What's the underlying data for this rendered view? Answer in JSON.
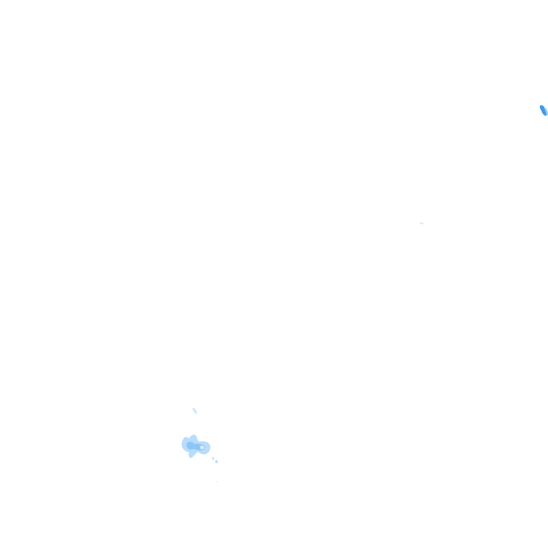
{
  "map": {
    "layer": "precipitation-radar",
    "background_color": "#ffffff",
    "colors": {
      "very_light": "#dcefff",
      "light": "#b8dcfb",
      "medium": "#8cc6f4",
      "strong": "#3d99e6"
    },
    "echoes": [
      {
        "id": "northeast-streak",
        "intensity": "strong"
      },
      {
        "id": "southwest-cluster",
        "intensity": "light"
      },
      {
        "id": "southwest-speck-upper",
        "intensity": "very_light"
      },
      {
        "id": "southwest-speck-lower",
        "intensity": "very_light"
      },
      {
        "id": "central-speck",
        "intensity": "very_light"
      },
      {
        "id": "north-dot",
        "intensity": "very_light"
      }
    ]
  }
}
